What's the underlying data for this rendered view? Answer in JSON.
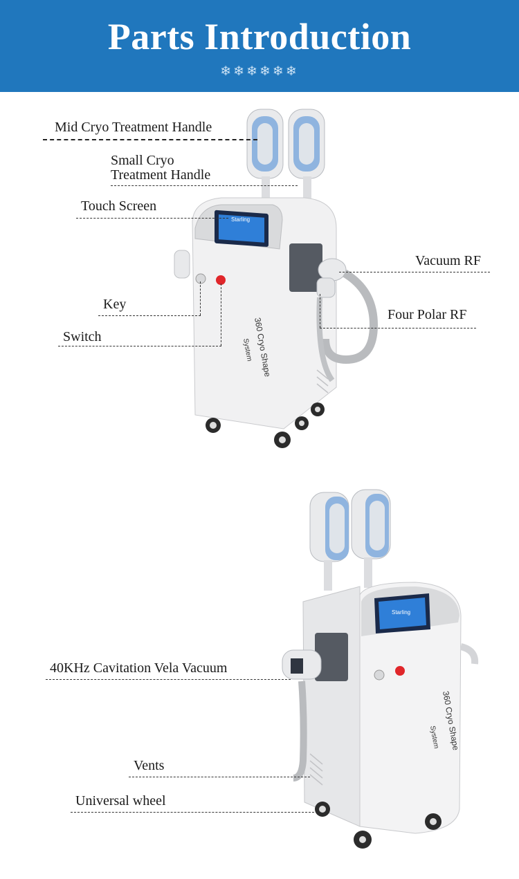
{
  "header": {
    "title": "Parts Introduction",
    "decoration": "❄❄❄❄❄❄"
  },
  "colors": {
    "header_bg": "#2077bd",
    "handle_blue": "#8fb4df",
    "switch_red": "#e0262a"
  },
  "machine1": {
    "labels": {
      "mid_handle": "Mid Cryo Treatment Handle",
      "small_handle_line1": "Small Cryo",
      "small_handle_line2": "Treatment Handle",
      "touch_screen": "Touch Screen",
      "key": "Key",
      "switch": "Switch",
      "vacuum_rf": "Vacuum RF",
      "four_polar_rf": "Four Polar RF"
    },
    "body_text_line1": "360 Cryo Shape",
    "body_text_line2": "System",
    "screen_text": "Starling"
  },
  "machine2": {
    "labels": {
      "cavitation": "40KHz Cavitation Vela Vacuum",
      "vents": "Vents",
      "universal_wheel": "Universal wheel"
    },
    "body_text_line1": "360 Cryo Shape",
    "body_text_line2": "System",
    "screen_text": "Starling"
  }
}
